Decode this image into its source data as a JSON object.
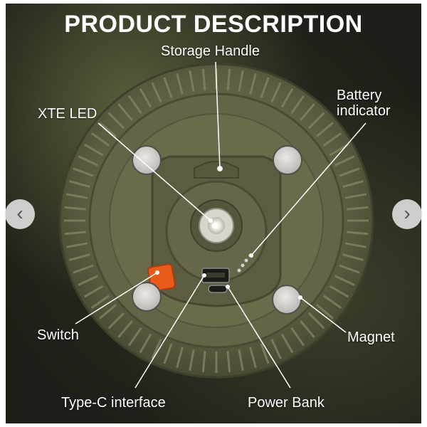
{
  "title": "PRODUCT DESCRIPTION",
  "labels": {
    "storage_handle": "Storage Handle",
    "xte_led": "XTE LED",
    "battery_indicator_line1": "Battery",
    "battery_indicator_line2": "indicator",
    "switch": "Switch",
    "magnet": "Magnet",
    "type_c": "Type-C interface",
    "power_bank": "Power Bank"
  },
  "nav": {
    "prev_icon": "chevron-left-icon",
    "next_icon": "chevron-right-icon",
    "prev_glyph": "‹",
    "next_glyph": "›"
  },
  "colors": {
    "body_green": "#6a6b4a",
    "switch_orange": "#e85a1a",
    "text": "#ffffff"
  }
}
